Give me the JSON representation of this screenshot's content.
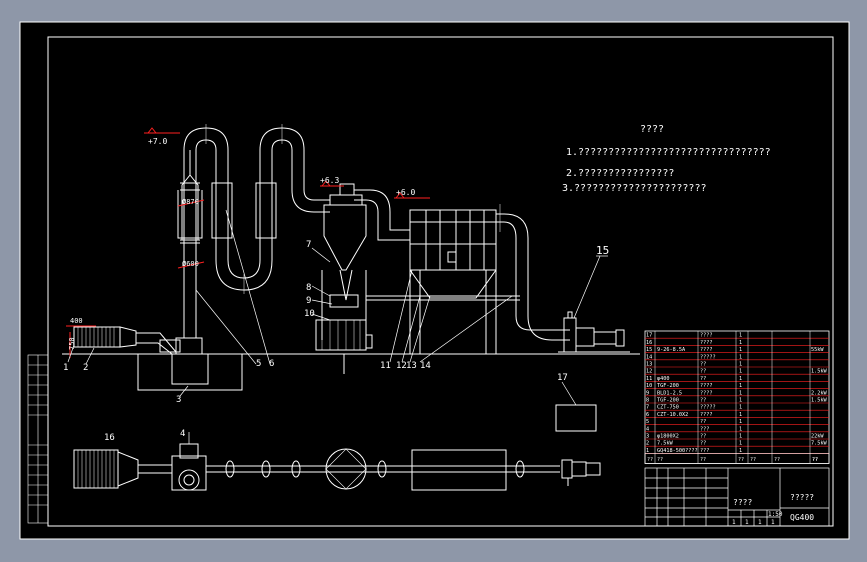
{
  "notes": {
    "heading": "????",
    "lines": [
      "1.????????????????????????????????",
      "2.????????????????",
      "3.??????????????????????"
    ]
  },
  "elevations": {
    "e1": "+7.0",
    "e2": "+6.3",
    "e3": "+6.0"
  },
  "dimensions": {
    "d1": "Ø870",
    "d2": "Ø600",
    "d3": "400",
    "d4": "750"
  },
  "part_labels": [
    "1",
    "2",
    "3",
    "5",
    "6",
    "7",
    "8",
    "9",
    "10",
    "11",
    "12",
    "13",
    "14",
    "15",
    "16",
    "4",
    "17"
  ],
  "bom_rows": [
    {
      "no": "17",
      "code": "",
      "name": "????",
      "qty": "1",
      "mat": "",
      "wt": ""
    },
    {
      "no": "16",
      "code": "",
      "name": "????",
      "qty": "1",
      "mat": "",
      "wt": ""
    },
    {
      "no": "15",
      "code": "9-26-8.5A",
      "name": "????",
      "qty": "1",
      "mat": "",
      "wt": "55kW"
    },
    {
      "no": "14",
      "code": "",
      "name": "?????",
      "qty": "1",
      "mat": "",
      "wt": ""
    },
    {
      "no": "13",
      "code": "",
      "name": "??",
      "qty": "1",
      "mat": "",
      "wt": ""
    },
    {
      "no": "12",
      "code": "",
      "name": "??",
      "qty": "1",
      "mat": "",
      "wt": "1.5kW"
    },
    {
      "no": "11",
      "code": "φ400",
      "name": "??",
      "qty": "1",
      "mat": "",
      "wt": ""
    },
    {
      "no": "10",
      "code": "TGF-200",
      "name": "????",
      "qty": "1",
      "mat": "",
      "wt": ""
    },
    {
      "no": "9",
      "code": "BLD1-2.5",
      "name": "????",
      "qty": "1",
      "mat": "",
      "wt": "2.2kW"
    },
    {
      "no": "8",
      "code": "TGF-200",
      "name": "??",
      "qty": "1",
      "mat": "",
      "wt": "1.5kW"
    },
    {
      "no": "7",
      "code": "CZT-750",
      "name": "?????",
      "qty": "1",
      "mat": "",
      "wt": ""
    },
    {
      "no": "6",
      "code": "CZT-10.0X2",
      "name": "????",
      "qty": "1",
      "mat": "",
      "wt": ""
    },
    {
      "no": "5",
      "code": "",
      "name": "??",
      "qty": "1",
      "mat": "",
      "wt": ""
    },
    {
      "no": "4",
      "code": "",
      "name": "???",
      "qty": "1",
      "mat": "",
      "wt": ""
    },
    {
      "no": "3",
      "code": "φ1800X2",
      "name": "??",
      "qty": "1",
      "mat": "",
      "wt": "22kW"
    },
    {
      "no": "2",
      "code": "7.5kW",
      "name": "??",
      "qty": "1",
      "mat": "",
      "wt": "7.5kW"
    },
    {
      "no": "1",
      "code": "GQ418-500????",
      "name": "???",
      "qty": "1",
      "mat": "",
      "wt": ""
    }
  ],
  "bom_header": [
    "??",
    "??",
    "??",
    "??",
    "??",
    "??",
    "??",
    "??"
  ],
  "title_block": {
    "name": "?????",
    "code": "QG400",
    "scale": "1:50",
    "left_label": "????",
    "sheet": [
      "1",
      "1",
      "1",
      "1"
    ]
  },
  "colors": {
    "frame_bg": "#000000",
    "line": "#ffffff",
    "dim": "#ff2020",
    "header_fill": "#bfbfbf",
    "page_bg": "#8e97a8"
  }
}
